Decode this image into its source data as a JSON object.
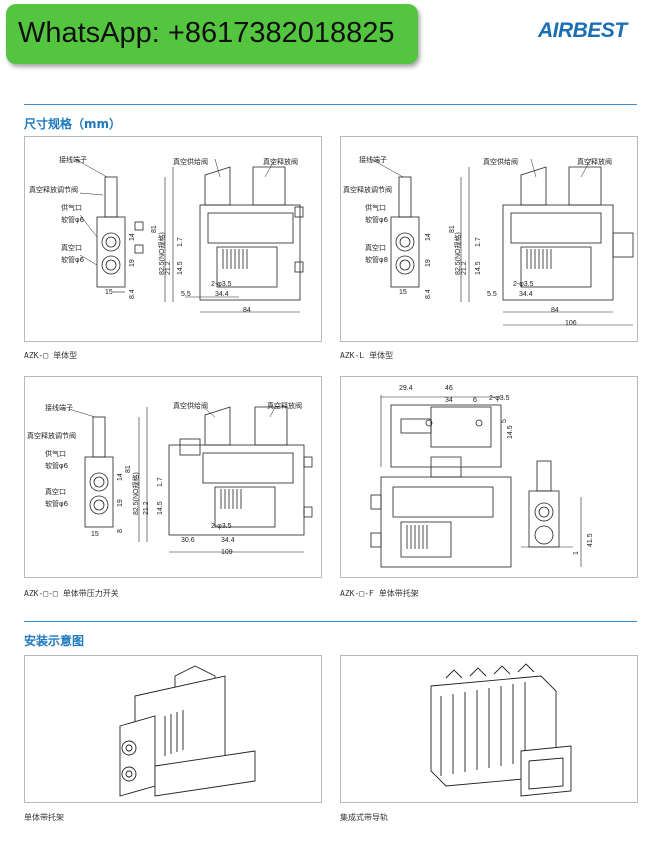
{
  "header": {
    "whatsapp_text": "WhatsApp: +8617382018825",
    "brand": "AIRBEST",
    "brand_color": "#1a6fb4",
    "badge_color": "#53c53f"
  },
  "section_dimensions": {
    "title": "尺寸规格（mm）"
  },
  "section_install": {
    "title": "安装示意图"
  },
  "diagrams": {
    "d1": {
      "model": "AZK-□",
      "type": "单体型",
      "labels": [
        "接线端子",
        "真空释放调节阀",
        "供气口",
        "软管φ6",
        "真空口",
        "软管φ6",
        "真空供给阀",
        "真空释放阀"
      ],
      "dims": [
        "81",
        "82.5(NO规格)",
        "14",
        "1.7",
        "19",
        "21.2",
        "14.5",
        "8.4",
        "15",
        "2-φ3.5",
        "5.5",
        "34.4",
        "84"
      ]
    },
    "d2": {
      "model": "AZK-L",
      "type": "单体型",
      "labels": [
        "接线端子",
        "真空释放调节阀",
        "供气口",
        "软管φ6",
        "真空口",
        "软管φ8",
        "真空供给阀",
        "真空释放阀"
      ],
      "dims": [
        "81",
        "82.5(NO规格)",
        "14",
        "1.7",
        "19",
        "21.2",
        "14.5",
        "8.4",
        "15",
        "2-φ3.5",
        "5.5",
        "34.4",
        "84",
        "106"
      ]
    },
    "d3": {
      "model": "AZK-□-□",
      "type": "单体带压力开关",
      "labels": [
        "接线端子",
        "真空释放调节阀",
        "供气口",
        "软管φ6",
        "真空口",
        "软管φ6",
        "真空供给阀",
        "真空释放阀"
      ],
      "dims": [
        "81",
        "82.5(NO规格)",
        "14",
        "1.7",
        "19",
        "21.2",
        "14.5",
        "8",
        "15",
        "2-φ3.5",
        "30.6",
        "34.4",
        "109"
      ]
    },
    "d4": {
      "model": "AZK-□-F",
      "type": "单体带托架",
      "dims": [
        "29.4",
        "46",
        "34",
        "6",
        "2-φ3.5",
        "5",
        "14.5",
        "41.5",
        "1"
      ]
    }
  },
  "install": {
    "left_caption": "单体带托架",
    "right_caption": "集成式带导轨"
  }
}
